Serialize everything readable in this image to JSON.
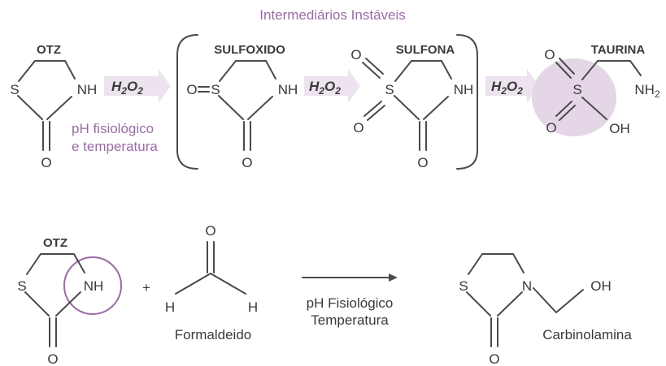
{
  "colors": {
    "accent": "#9b6aa6",
    "arrow_fill": "#ece3ef",
    "highlight": "#e4d6e7",
    "ink": "#4a4a4a"
  },
  "header": {
    "title": "Intermediários Instáveis"
  },
  "reaction1": {
    "otz_label": "OTZ",
    "sulfoxido_label": "SULFOXIDO",
    "sulfona_label": "SULFONA",
    "taurina_label": "TAURINA",
    "reagent": "H",
    "reagent_sub": "2",
    "reagent_o": "O",
    "condition_line1": "pH fisiológico",
    "condition_line2": "e temperatura"
  },
  "reaction2": {
    "otz_label": "OTZ",
    "plus": "+",
    "formaldehyde_label": "Formaldeido",
    "condition_line1": "pH Fisiológico",
    "condition_line2": "Temperatura",
    "product_label": "Carbinolamina"
  },
  "atoms": {
    "S": "S",
    "O": "O",
    "NH": "NH",
    "N": "N",
    "H": "H",
    "NH2": "NH",
    "NH2_sub": "2",
    "OH": "OH",
    "O_eq": "O"
  }
}
